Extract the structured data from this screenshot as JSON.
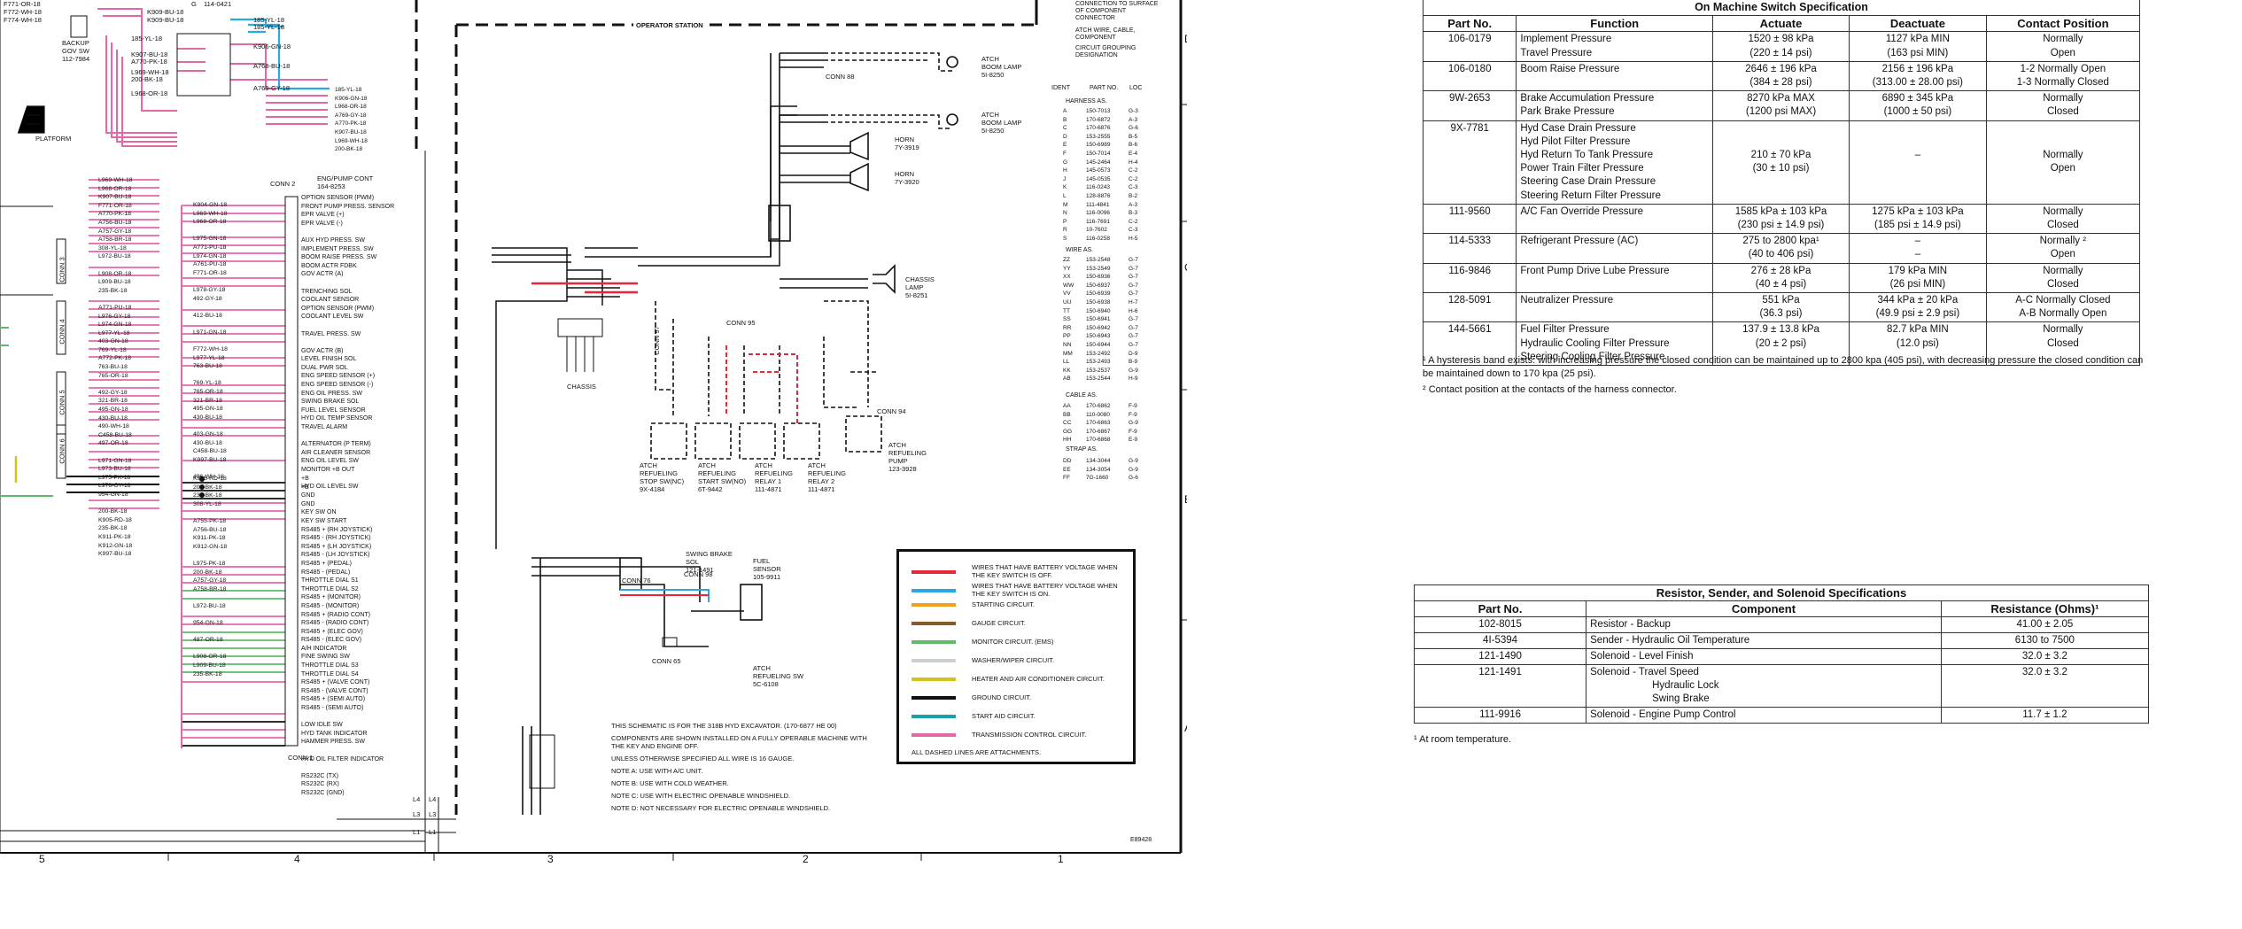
{
  "schematic": {
    "top_labels": [
      {
        "t": "F771-OR-18"
      },
      {
        "t": "F772-WH-18"
      },
      {
        "t": "F774-WH-18"
      },
      {
        "t": "K909-BU-18"
      },
      {
        "t": "K909-BU-18"
      },
      {
        "t": "114-0421"
      },
      {
        "t": "G"
      },
      {
        "t": "185-YL-18"
      },
      {
        "t": "185-YL-18"
      },
      {
        "t": "BACKUP"
      },
      {
        "t": "GOV SW"
      },
      {
        "t": "112-7984"
      },
      {
        "t": "185-YL-18"
      },
      {
        "t": "K907-BU-18"
      },
      {
        "t": "A770-PK-18"
      },
      {
        "t": "K906-GN-18"
      },
      {
        "t": "A768-BU-18"
      },
      {
        "t": "L969-WH-18"
      },
      {
        "t": "200-BK-18"
      },
      {
        "t": "L968-OR-18"
      },
      {
        "t": "A769-GY-18"
      },
      {
        "t": "PLATFORM"
      },
      {
        "t": "OPERATOR STATION"
      }
    ],
    "connector_labels": [
      {
        "t": "CONN 2"
      },
      {
        "t": "ENG/PUMP CONT"
      },
      {
        "t": "164-8253"
      },
      {
        "t": "CONN 1"
      },
      {
        "t": "CONN 88"
      },
      {
        "t": "CONN 95"
      },
      {
        "t": "CONN 97"
      },
      {
        "t": "CONN 94"
      },
      {
        "t": "CONN 76"
      },
      {
        "t": "CONN 98"
      },
      {
        "t": "CONN 65"
      },
      {
        "t": "CHASSIS"
      },
      {
        "t": "CONN 3"
      },
      {
        "t": "CONN 4"
      },
      {
        "t": "CONN 5"
      },
      {
        "t": "CONN 6"
      }
    ],
    "ecm_pins_a": [
      "OPTION SENSOR (PWM)",
      "FRONT PUMP PRESS. SENSOR",
      "EPR VALVE (+)",
      "EPR VALVE (-)",
      "",
      "AUX HYD PRESS. SW",
      "IMPLEMENT PRESS. SW",
      "BOOM RAISE PRESS. SW",
      "BOOM ACTR FDBK",
      "GOV ACTR (A)",
      "",
      "TRENCHING SOL",
      "COOLANT SENSOR",
      "OPTION SENSOR (PWM)",
      "COOLANT LEVEL SW",
      "",
      "TRAVEL PRESS. SW",
      "",
      "GOV ACTR (B)",
      "LEVEL FINISH SOL",
      "DUAL PWR SOL",
      "ENG SPEED SENSOR (+)",
      "ENG SPEED SENSOR (-)",
      "ENG OIL PRESS. SW",
      "SWING BRAKE SOL",
      "FUEL LEVEL SENSOR",
      "HYD OIL TEMP SENSOR",
      "TRAVEL ALARM",
      "",
      "ALTERNATOR (P TERM)",
      "AIR CLEANER SENSOR",
      "ENG OIL LEVEL SW",
      "MONITOR +B OUT",
      "",
      "HYD OIL LEVEL SW"
    ],
    "ecm_pins_b": [
      "+B",
      "+B",
      "GND",
      "GND",
      "KEY SW ON",
      "KEY SW START",
      "RS485 + (RH JOYSTICK)",
      "RS485 - (RH JOYSTICK)",
      "RS485 + (LH JOYSTICK)",
      "RS485 - (LH JOYSTICK)",
      "RS485 + (PEDAL)",
      "RS485 - (PEDAL)",
      "THROTTLE DIAL S1",
      "THROTTLE DIAL S2",
      "RS485 + (MONITOR)",
      "RS485 - (MONITOR)",
      "RS485 + (RADIO CONT)",
      "RS485 - (RADIO CONT)",
      "RS485 + (ELEC GOV)",
      "RS485 - (ELEC GOV)",
      "A/H INDICATOR",
      "FINE SWING SW",
      "THROTTLE DIAL S3",
      "THROTTLE DIAL S4",
      "RS485 + (VALVE CONT)",
      "RS485 - (VALVE CONT)",
      "RS485 + (SEMI AUTO)",
      "RS485 - (SEMI AUTO)",
      "",
      "LOW IDLE SW",
      "HYD TANK INDICATOR",
      "HAMMER PRESS. SW",
      "",
      "HYD OIL FILTER INDICATOR",
      "",
      "RS232C (TX)",
      "RS232C (RX)",
      "RS232C (GND)"
    ],
    "left_wires": [
      "L969-WH-18",
      "L968-OR-18",
      "K907-BU-18",
      "F771-OR-18",
      "A770-PK-18",
      "A756-BU-18",
      "A757-GY-18",
      "A758-BR-18",
      "308-YL-18",
      "L972-BU-18",
      "",
      "L908-OR-18",
      "L909-BU-18",
      "235-BK-18",
      "",
      "A771-PU-18",
      "L976-GY-18",
      "L974-GN-18",
      "L977-YL-18",
      "403-GN-18",
      "769-YL-18",
      "A772-PK-18",
      "763-BU-18",
      "765-OR-18",
      "",
      "492-GY-18",
      "321-BR-18",
      "495-GN-18",
      "430-BU-18",
      "490-WH-18",
      "C458-BU-18",
      "497-OR-18",
      "",
      "L971-GN-18",
      "L973-BU-18",
      "L975-PK-18",
      "L976-GY-18",
      "954-GN-18",
      "",
      "200-BK-18",
      "K905-RD-18",
      "235-BK-18",
      "K911-PK-18",
      "K912-GN-18",
      "K997-BU-18"
    ],
    "ecm_wires_a": [
      "K904-GN-18",
      "L969-WH-18",
      "L968-OR-18",
      "",
      "L975-GN-18",
      "A771-PU-18",
      "L974-GN-18",
      "A761-PU-18",
      "F771-OR-18",
      "",
      "L978-GY-18",
      "492-GY-18",
      "",
      "412-BU-18",
      "",
      "L971-GN-18",
      "",
      "F772-WH-18",
      "L977-YL-18",
      "763-BU-18",
      "",
      "769-YL-18",
      "765-OR-18",
      "321-BR-18",
      "495-GN-18",
      "430-BU-18",
      "",
      "403-GN-18",
      "430-BU-18",
      "C458-BU-18",
      "K997-BU-18",
      "",
      "496-WH-18"
    ],
    "ecm_wires_b": [
      "K905-RD-18",
      "200-BK-18",
      "235-BK-18",
      "308-YL-18",
      "",
      "A755-PK-18",
      "A756-BU-18",
      "K911-PK-18",
      "K912-GN-18",
      "",
      "L975-PK-18",
      "200-BK-18",
      "A757-GY-18",
      "A758-BR-18",
      "",
      "L972-BU-18",
      "",
      "954-GN-18",
      "",
      "487-OR-18",
      "",
      "L908-OR-18",
      "L909-BU-18",
      "235-BK-18"
    ],
    "right_items": [
      {
        "t": "ATCH"
      },
      {
        "t": "BOOM LAMP"
      },
      {
        "t": "5I-8250"
      },
      {
        "t": "ATCH"
      },
      {
        "t": "BOOM LAMP"
      },
      {
        "t": "5I-8250"
      },
      {
        "t": "HORN"
      },
      {
        "t": "7Y-3919"
      },
      {
        "t": "HORN"
      },
      {
        "t": "7Y-3920"
      },
      {
        "t": "CHASSIS"
      },
      {
        "t": "LAMP"
      },
      {
        "t": "5I-8251"
      },
      {
        "t": "ATCH"
      },
      {
        "t": "REFUELING"
      },
      {
        "t": "PUMP"
      },
      {
        "t": "123-3928"
      },
      {
        "t": "SWING BRAKE"
      },
      {
        "t": "SOL"
      },
      {
        "t": "121-1491"
      },
      {
        "t": "FUEL"
      },
      {
        "t": "SENSOR"
      },
      {
        "t": "105-9911"
      },
      {
        "t": "ATCH"
      },
      {
        "t": "REFUELING SW"
      },
      {
        "t": "5C-6108"
      }
    ],
    "bottom_items": [
      {
        "t": "ATCH"
      },
      {
        "t": "REFUELING"
      },
      {
        "t": "STOP SW(NC)"
      },
      {
        "t": "9X-4184"
      },
      {
        "t": "ATCH"
      },
      {
        "t": "REFUELING"
      },
      {
        "t": "START SW(NO)"
      },
      {
        "t": "6T-9442"
      },
      {
        "t": "ATCH"
      },
      {
        "t": "REFUELING"
      },
      {
        "t": "RELAY 1"
      },
      {
        "t": "111-4871"
      },
      {
        "t": "ATCH"
      },
      {
        "t": "REFUELING"
      },
      {
        "t": "RELAY 2"
      },
      {
        "t": "111-4871"
      }
    ],
    "top_right_legend": [
      {
        "t": "CONNECTION TO SURFACE"
      },
      {
        "t": "OF COMPONENT"
      },
      {
        "t": "CONNECTOR"
      },
      {
        "t": "ATCH WIRE, CABLE,"
      },
      {
        "t": "COMPONENT"
      },
      {
        "t": "CIRCUIT GROUPING"
      },
      {
        "t": "DESIGNATION"
      }
    ],
    "ident_header": [
      "IDENT",
      "PART NO.",
      "LOC"
    ],
    "harness_title": "HARNESS AS.",
    "harness": [
      [
        "A",
        "150-7013",
        "G-3"
      ],
      [
        "B",
        "170-6872",
        "A-3"
      ],
      [
        "C",
        "170-6876",
        "G-6"
      ],
      [
        "D",
        "153-2555",
        "B-5"
      ],
      [
        "E",
        "150-6989",
        "B-6"
      ],
      [
        "F",
        "150-7014",
        "E-4"
      ],
      [
        "G",
        "145-2464",
        "H-4"
      ],
      [
        "H",
        "145-0573",
        "C-2"
      ],
      [
        "J",
        "145-0535",
        "C-2"
      ],
      [
        "K",
        "116-0243",
        "C-3"
      ],
      [
        "L",
        "128-8876",
        "B-2"
      ],
      [
        "M",
        "111-4841",
        "A-3"
      ],
      [
        "N",
        "116-0096",
        "B-3"
      ],
      [
        "P",
        "116-7691",
        "C-2"
      ],
      [
        "R",
        "10-7602",
        "C-3"
      ],
      [
        "S",
        "116-0258",
        "H-5"
      ]
    ],
    "wire_title": "WIRE AS.",
    "wire": [
      [
        "ZZ",
        "153-2548",
        "G-7"
      ],
      [
        "YY",
        "153-2549",
        "G-7"
      ],
      [
        "XX",
        "150-6936",
        "G-7"
      ],
      [
        "WW",
        "150-6937",
        "G-7"
      ],
      [
        "VV",
        "150-6939",
        "G-7"
      ],
      [
        "UU",
        "150-6938",
        "H-7"
      ],
      [
        "TT",
        "150-6940",
        "H-6"
      ],
      [
        "SS",
        "150-6941",
        "G-7"
      ],
      [
        "RR",
        "150-6942",
        "G-7"
      ],
      [
        "PP",
        "150-6943",
        "G-7"
      ],
      [
        "NN",
        "150-6944",
        "G-7"
      ],
      [
        "MM",
        "153-2492",
        "D-9"
      ],
      [
        "LL",
        "153-2493",
        "B-9"
      ],
      [
        "KK",
        "153-2537",
        "G-9"
      ],
      [
        "AB",
        "153-2544",
        "H-9"
      ]
    ],
    "cable_title": "CABLE AS.",
    "cable": [
      [
        "AA",
        "170-6862",
        "F-9"
      ],
      [
        "BB",
        "110-0080",
        "F-9"
      ],
      [
        "CC",
        "170-6863",
        "G-9"
      ],
      [
        "GG",
        "170-6867",
        "F-9"
      ],
      [
        "HH",
        "170-6868",
        "E-9"
      ]
    ],
    "strap_title": "STRAP AS.",
    "strap": [
      [
        "DD",
        "134-3044",
        "G-9"
      ],
      [
        "EE",
        "134-3054",
        "G-9"
      ],
      [
        "FF",
        "7G-1660",
        "G-6"
      ]
    ],
    "zone_letters": [
      "D",
      "C",
      "B",
      "A"
    ],
    "zone_numbers": [
      "5",
      "4",
      "3",
      "2",
      "1"
    ],
    "bottom_code": "E89428",
    "l_labels": [
      "L4",
      "L4",
      "L3",
      "L3",
      "L1",
      "L1"
    ]
  },
  "legend": [
    {
      "color": "#e8253a",
      "text": "WIRES THAT HAVE BATTERY VOLTAGE WHEN THE KEY SWITCH IS OFF."
    },
    {
      "color": "#2aa9e0",
      "text": "WIRES THAT HAVE BATTERY VOLTAGE WHEN THE KEY SWITCH IS ON."
    },
    {
      "color": "#f0a21e",
      "text": "STARTING CIRCUIT."
    },
    {
      "color": "#8a5a2b",
      "text": "GAUGE CIRCUIT."
    },
    {
      "color": "#5fba6a",
      "text": "MONITOR CIRCUIT. (EMS)"
    },
    {
      "color": "#c8d0d0",
      "text": "WASHER/WIPER CIRCUIT."
    },
    {
      "color": "#d4c21a",
      "text": "HEATER AND AIR CONDITIONER CIRCUIT."
    },
    {
      "color": "#111111",
      "text": "GROUND CIRCUIT."
    },
    {
      "color": "#1aa0a8",
      "text": "START AID CIRCUIT."
    },
    {
      "color": "#e467a8",
      "text": "TRANSMISSION CONTROL CIRCUIT."
    }
  ],
  "legend_footer": "ALL DASHED LINES ARE ATTACHMENTS.",
  "notes": [
    "THIS SCHEMATIC IS FOR THE 318B HYD EXCAVATOR. (170-6877 HE 00)",
    "COMPONENTS ARE SHOWN INSTALLED ON A FULLY OPERABLE MACHINE WITH THE KEY AND ENGINE OFF.",
    "UNLESS OTHERWISE SPECIFIED ALL WIRE IS 16 GAUGE.",
    "NOTE A: USE WITH A/C UNIT.",
    "NOTE B: USE WITH COLD WEATHER.",
    "NOTE C: USE WITH ELECTRIC OPENABLE WINDSHIELD.",
    "NOTE D: NOT NECESSARY FOR ELECTRIC OPENABLE WINDSHIELD."
  ],
  "switch_table": {
    "title": "On Machine Switch Specification",
    "headers": [
      "Part No.",
      "Function",
      "Actuate",
      "Deactuate",
      "Contact Position"
    ],
    "rows": [
      {
        "part": "106-0179",
        "func": [
          "Implement Pressure",
          "Travel Pressure"
        ],
        "act": [
          "1520 ± 98 kPa",
          "(220 ± 14 psi)"
        ],
        "deact": [
          "1127 kPa MIN",
          "(163 psi MIN)"
        ],
        "pos": [
          "Normally",
          "Open"
        ]
      },
      {
        "part": "106-0180",
        "func": [
          "Boom Raise Pressure"
        ],
        "act": [
          "2646 ± 196 kPa",
          "(384 ± 28 psi)"
        ],
        "deact": [
          "2156 ± 196 kPa",
          "(313.00 ± 28.00 psi)"
        ],
        "pos": [
          "1-2 Normally Open",
          "1-3 Normally Closed"
        ]
      },
      {
        "part": "9W-2653",
        "func": [
          "Brake Accumulation Pressure",
          "Park Brake Pressure"
        ],
        "act": [
          "8270 kPa MAX",
          "(1200 psi MAX)"
        ],
        "deact": [
          "6890 ± 345 kPa",
          "(1000 ± 50 psi)"
        ],
        "pos": [
          "Normally",
          "Closed"
        ]
      },
      {
        "part": "9X-7781",
        "func": [
          "Hyd Case Drain Pressure",
          "Hyd Pilot Filter Pressure",
          "Hyd Return To Tank Pressure",
          "Power Train Filter Pressure",
          "Steering Case Drain Pressure",
          "Steering Return Filter Pressure"
        ],
        "act": [
          "",
          "",
          "210 ± 70 kPa",
          "(30 ± 10 psi)",
          "",
          ""
        ],
        "deact": [
          "",
          "",
          "–",
          "",
          "",
          ""
        ],
        "pos": [
          "",
          "",
          "Normally",
          "Open",
          "",
          ""
        ]
      },
      {
        "part": "111-9560",
        "func": [
          "A/C Fan Override Pressure"
        ],
        "act": [
          "1585 kPa ± 103 kPa",
          "(230 psi ± 14.9 psi)"
        ],
        "deact": [
          "1275 kPa ± 103 kPa",
          "(185 psi ± 14.9 psi)"
        ],
        "pos": [
          "Normally",
          "Closed"
        ]
      },
      {
        "part": "114-5333",
        "func": [
          "Refrigerant Pressure (AC)"
        ],
        "act": [
          "275 to 2800 kpa¹",
          "(40 to 406 psi)"
        ],
        "deact": [
          "–",
          "–"
        ],
        "pos": [
          "Normally ²",
          "Open"
        ]
      },
      {
        "part": "116-9846",
        "func": [
          "Front Pump Drive Lube Pressure"
        ],
        "act": [
          "276 ± 28 kPa",
          "(40 ± 4 psi)"
        ],
        "deact": [
          "179 kPa MIN",
          "(26 psi MIN)"
        ],
        "pos": [
          "Normally",
          "Closed"
        ]
      },
      {
        "part": "128-5091",
        "func": [
          "Neutralizer Pressure"
        ],
        "act": [
          "551 kPa",
          "(36.3 psi)"
        ],
        "deact": [
          "344 kPa ± 20 kPa",
          "(49.9 psi ± 2.9 psi)"
        ],
        "pos": [
          "A-C Normally Closed",
          "A-B Normally Open"
        ]
      },
      {
        "part": "144-5661",
        "func": [
          "Fuel Filter Pressure",
          "Hydraulic Cooling Filter Pressure",
          "Steering Cooling Filter Pressure"
        ],
        "act": [
          "137.9 ± 13.8 kPa",
          "(20 ± 2 psi)",
          ""
        ],
        "deact": [
          "82.7 kPa MIN",
          "(12.0 psi)",
          ""
        ],
        "pos": [
          "Normally",
          "Closed",
          ""
        ]
      }
    ],
    "footnote1": "¹ A hysteresis band exists: with increasing pressure the closed condition can be maintained up to 2800 kpa (405 psi), with decreasing pressure the closed condition can be maintained down to 170 kpa (25 psi).",
    "footnote2": "² Contact position at the contacts of the harness connector."
  },
  "resistor_table": {
    "title": "Resistor, Sender, and Solenoid Specifications",
    "headers": [
      "Part No.",
      "Component",
      "Resistance (Ohms)¹"
    ],
    "rows": [
      {
        "part": "102-8015",
        "comp": [
          "Resistor - Backup"
        ],
        "res": "41.00 ± 2.05"
      },
      {
        "part": "4I-5394",
        "comp": [
          "Sender - Hydraulic Oil Temperature"
        ],
        "res": "6130 to 7500"
      },
      {
        "part": "121-1490",
        "comp": [
          "Solenoid - Level Finish"
        ],
        "res": "32.0 ± 3.2"
      },
      {
        "part": "121-1491",
        "comp": [
          "Solenoid - Travel Speed",
          "Hydraulic Lock",
          "Swing Brake"
        ],
        "res": "32.0 ± 3.2"
      },
      {
        "part": "111-9916",
        "comp": [
          "Solenoid - Engine Pump Control"
        ],
        "res": "11.7 ± 1.2"
      }
    ],
    "footnote": "¹  At room temperature."
  }
}
